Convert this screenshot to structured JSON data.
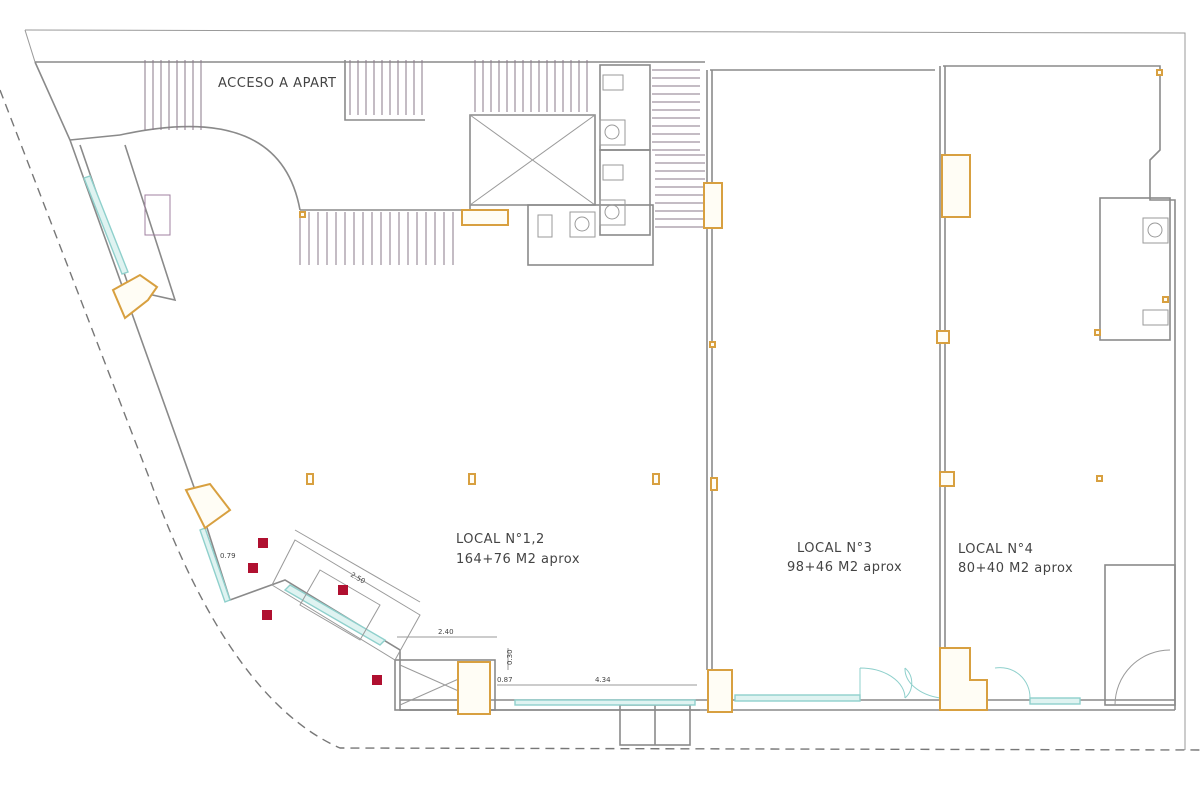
{
  "plan": {
    "access_label": "ACCESO A APART",
    "locals": [
      {
        "name": "LOCAL N°1,2",
        "area": "164+76 M2 aprox"
      },
      {
        "name": "LOCAL N°3",
        "area": "98+46 M2 aprox"
      },
      {
        "name": "LOCAL N°4",
        "area": "80+40 M2 aprox"
      }
    ],
    "dimensions": [
      "0.79",
      "2.50",
      "2.40",
      "0.87",
      "4.34",
      "0.30"
    ],
    "colors": {
      "wall": "#8a8a8a",
      "column": "#d8a040",
      "glazing": "#8fd0cc",
      "furniture": "#b01030"
    }
  }
}
